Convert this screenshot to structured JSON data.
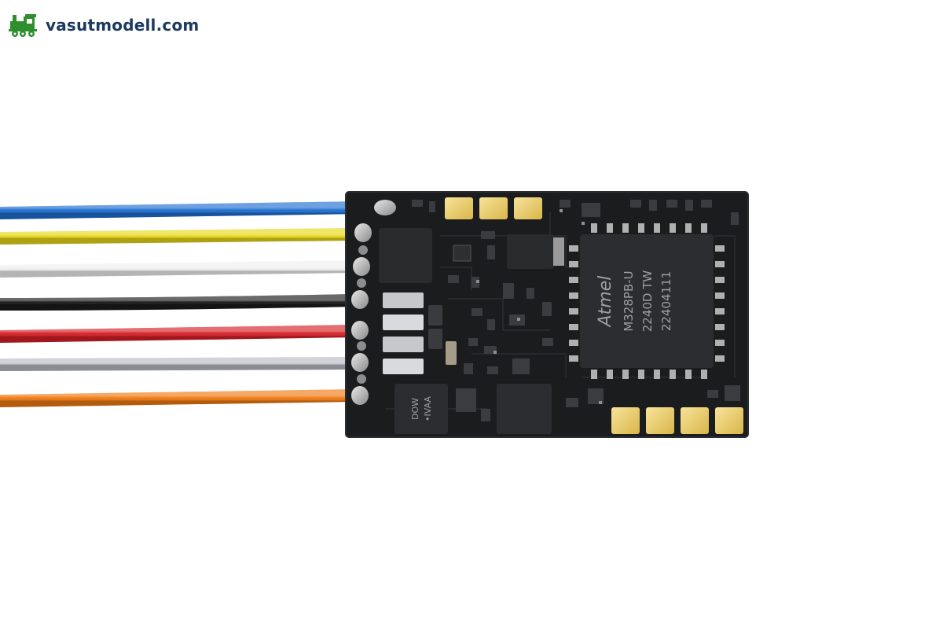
{
  "brand": {
    "name": "vasutmodell.com",
    "logo_icon": "locomotive-icon",
    "logo_color": "#2f8f2f",
    "text_color": "#1c3a5e"
  },
  "product": {
    "chip_marking": {
      "line1": "Atmel",
      "line2": "M328PB-U",
      "line3": "2240D TW",
      "line4": "22404111"
    },
    "package_marking": {
      "line1": "DOW",
      "line2": "•IVAA"
    },
    "wire_colors": [
      "#1f6fd1",
      "#e8d81a",
      "#f2f2f2",
      "#1a1a1a",
      "#d61f26",
      "#b8bcc4",
      "#f07a12"
    ]
  }
}
